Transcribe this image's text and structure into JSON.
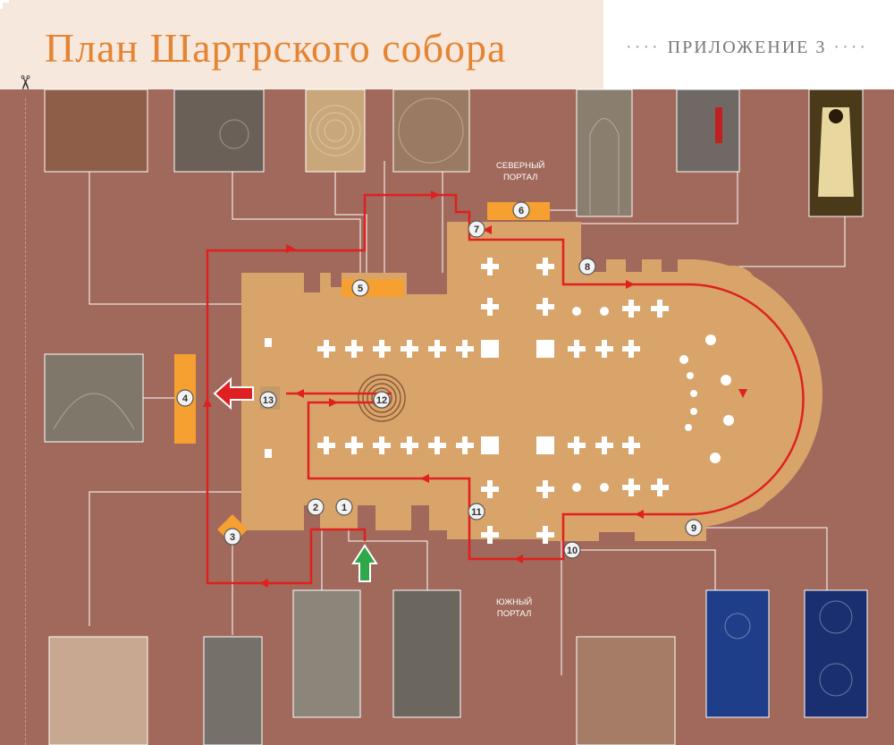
{
  "header": {
    "title": "План Шартрского собора",
    "appendix": "ПРИЛОЖЕНИЕ 3",
    "appendix_decor": "···· ···· "
  },
  "labels": {
    "north_portal": "СЕВЕРНЫЙ\nПОРТАЛ",
    "south_portal": "ЮЖНЫЙ\nПОРТАЛ"
  },
  "markers": [
    "1",
    "2",
    "3",
    "4",
    "5",
    "6",
    "7",
    "8",
    "9",
    "10",
    "11",
    "12",
    "13"
  ],
  "colors": {
    "background": "#A0695B",
    "plan": "#D8A46A",
    "route": "#E02020",
    "highlight": "#F5A030",
    "entrance_arrow": "#2FA84A"
  },
  "icons": {
    "scissors": "scissors-icon",
    "entrance": "green-entrance-arrow-icon",
    "exit": "red-exit-arrow-icon"
  }
}
